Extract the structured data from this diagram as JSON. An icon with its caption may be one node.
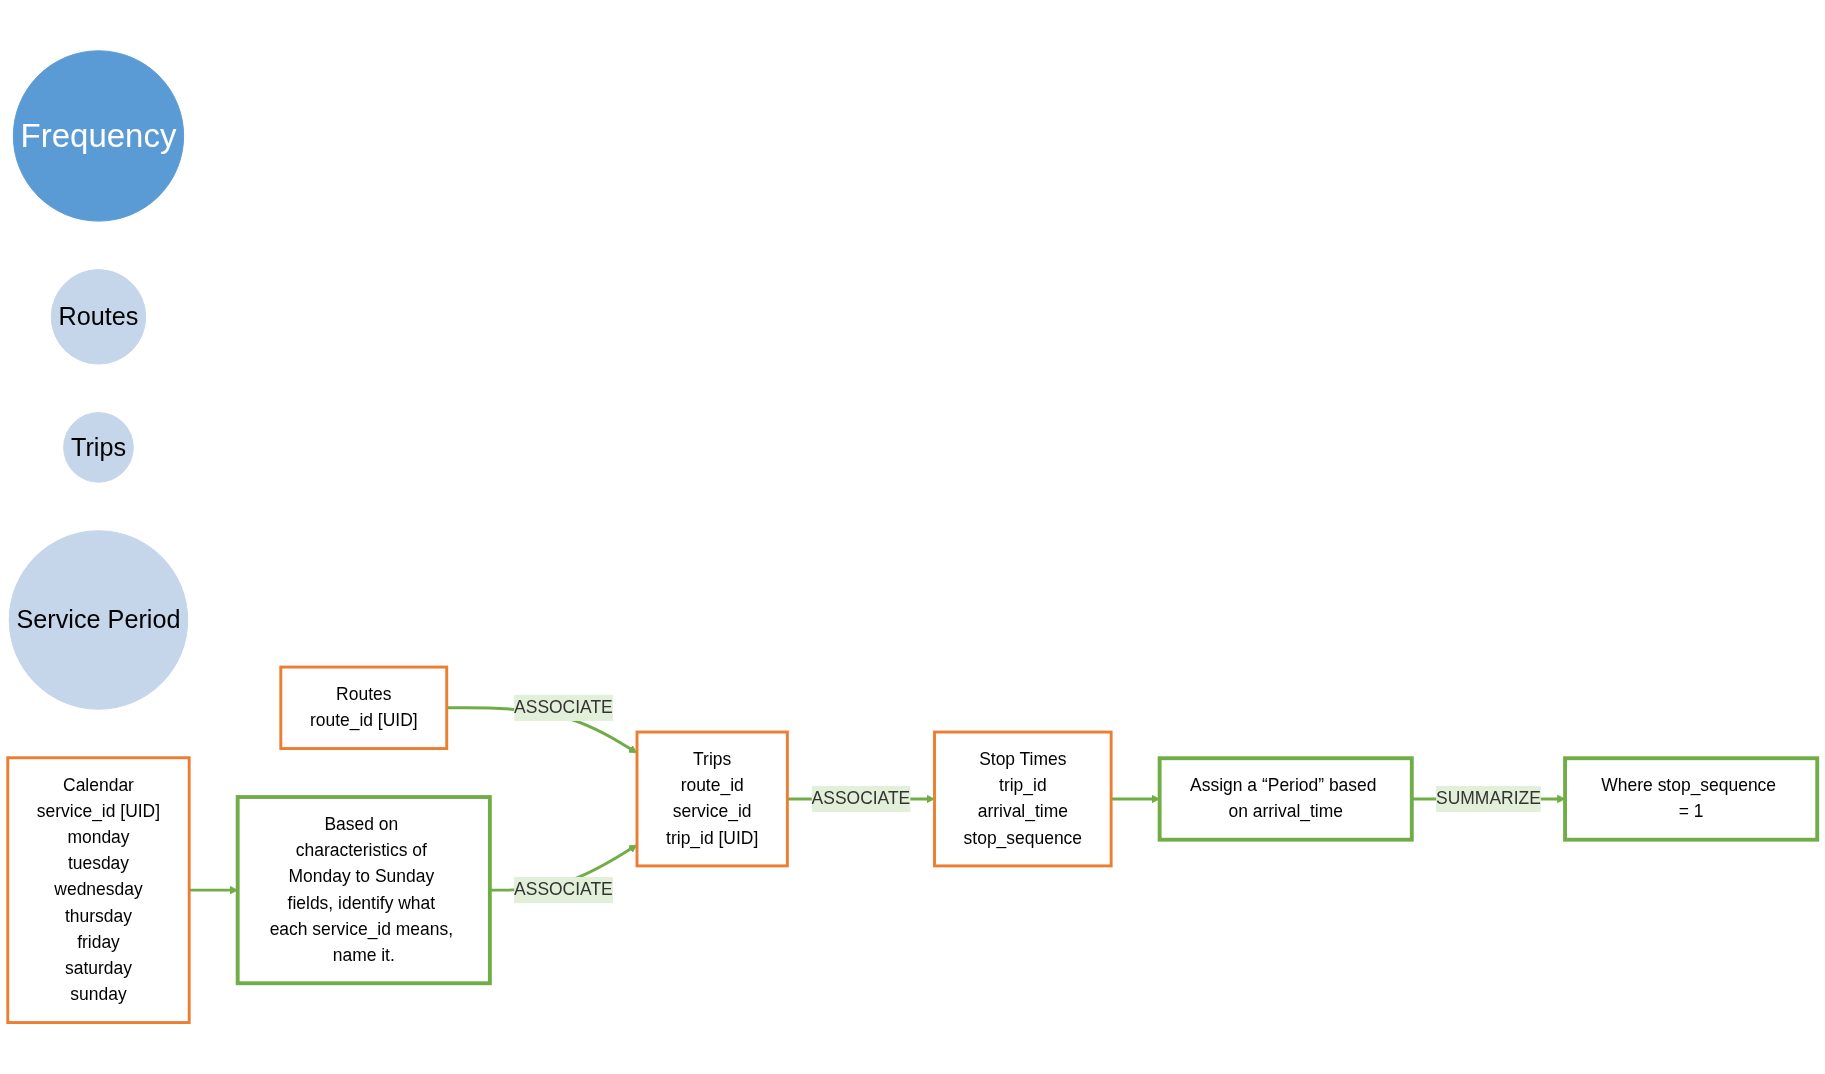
{
  "diagram": {
    "nodes": [
      {
        "text": [
          "Frequency"
        ]
      },
      {
        "text": [
          "Routes"
        ]
      },
      {
        "text": [
          "Trips"
        ]
      },
      {
        "text": [
          "Service Period"
        ]
      },
      {
        "text": [
          "Routes",
          "route_id [UID]"
        ]
      },
      {
        "text": [
          "Calendar",
          "service_id [UID]",
          "monday",
          "tuesday",
          "wednesday",
          "thursday",
          "friday",
          "saturday",
          "sunday"
        ]
      },
      {
        "text": [
          "Trips",
          "route_id",
          "service_id",
          "trip_id [UID]"
        ]
      },
      {
        "text": [
          "Based on characteristics of Monday to Sunday fields, identify what each service_id means, name it."
        ]
      },
      {
        "text": [
          "Stop Times",
          "trip_id",
          "arrival_time",
          "stop_sequence"
        ]
      },
      {
        "text": [
          "Assign a “Period” based on arrival_time"
        ]
      },
      {
        "text": [
          "Where stop_sequence = 1"
        ]
      }
    ],
    "edges": [
      {
        "from": 4,
        "to": 6,
        "arrow": "to",
        "label": "ASSOCIATE"
      },
      {
        "from": 5,
        "to": 7,
        "arrow": "to"
      },
      {
        "from": 7,
        "to": 6,
        "arrow": "to",
        "label": "ASSOCIATE"
      },
      {
        "from": 6,
        "to": 8,
        "arrow": "to",
        "label": "ASSOCIATE"
      },
      {
        "from": 8,
        "to": 9,
        "arrow": "to"
      },
      {
        "from": 9,
        "to": 10,
        "arrow": "to",
        "label": "SUMMARIZE"
      }
    ]
  }
}
